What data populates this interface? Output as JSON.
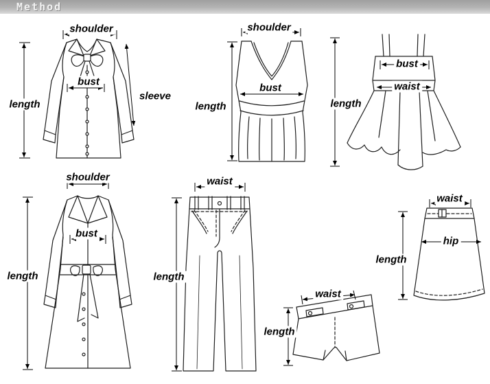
{
  "header": {
    "title": "Method"
  },
  "labels": {
    "blouse": {
      "shoulder": "shoulder",
      "bust": "bust",
      "sleeve": "sleeve",
      "length": "length"
    },
    "tank_top": {
      "shoulder": "shoulder",
      "bust": "bust",
      "length": "length"
    },
    "dress": {
      "bust": "bust",
      "waist": "waist",
      "length": "length"
    },
    "coat": {
      "shoulder": "shoulder",
      "bust": "bust",
      "length": "length"
    },
    "pants": {
      "waist": "waist",
      "length": "length"
    },
    "shorts": {
      "waist": "waist",
      "length": "length"
    },
    "skirt": {
      "waist": "waist",
      "hip": "hip",
      "length": "length"
    }
  },
  "colors": {
    "line": "#1c1c1c",
    "header_bar": "#a8a8a8",
    "header_text": "#f2f2f2"
  }
}
